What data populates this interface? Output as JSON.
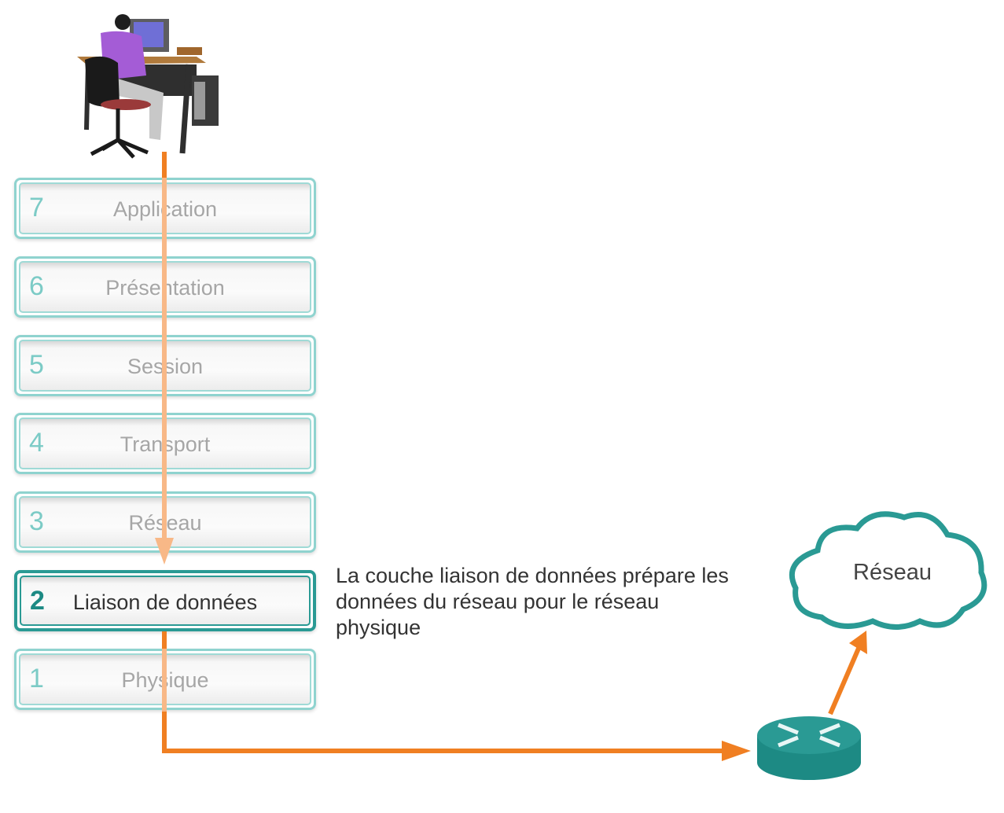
{
  "layers": [
    {
      "number": "7",
      "name": "Application",
      "active": false
    },
    {
      "number": "6",
      "name": "Présentation",
      "active": false
    },
    {
      "number": "5",
      "name": "Session",
      "active": false
    },
    {
      "number": "4",
      "name": "Transport",
      "active": false
    },
    {
      "number": "3",
      "name": "Réseau",
      "active": false
    },
    {
      "number": "2",
      "name": "Liaison de données",
      "active": true
    },
    {
      "number": "1",
      "name": "Physique",
      "active": false
    }
  ],
  "description": "La couche liaison de données prépare les données du réseau pour le réseau physique",
  "cloud": {
    "label": "Réseau"
  },
  "icons": {
    "user": "user-workstation-icon",
    "router": "router-icon",
    "cloud": "network-cloud-icon"
  },
  "colors": {
    "accent": "#f07f22",
    "accent_light": "#f8b887",
    "teal": "#2a9a94",
    "teal_light": "#8fd3cf"
  }
}
